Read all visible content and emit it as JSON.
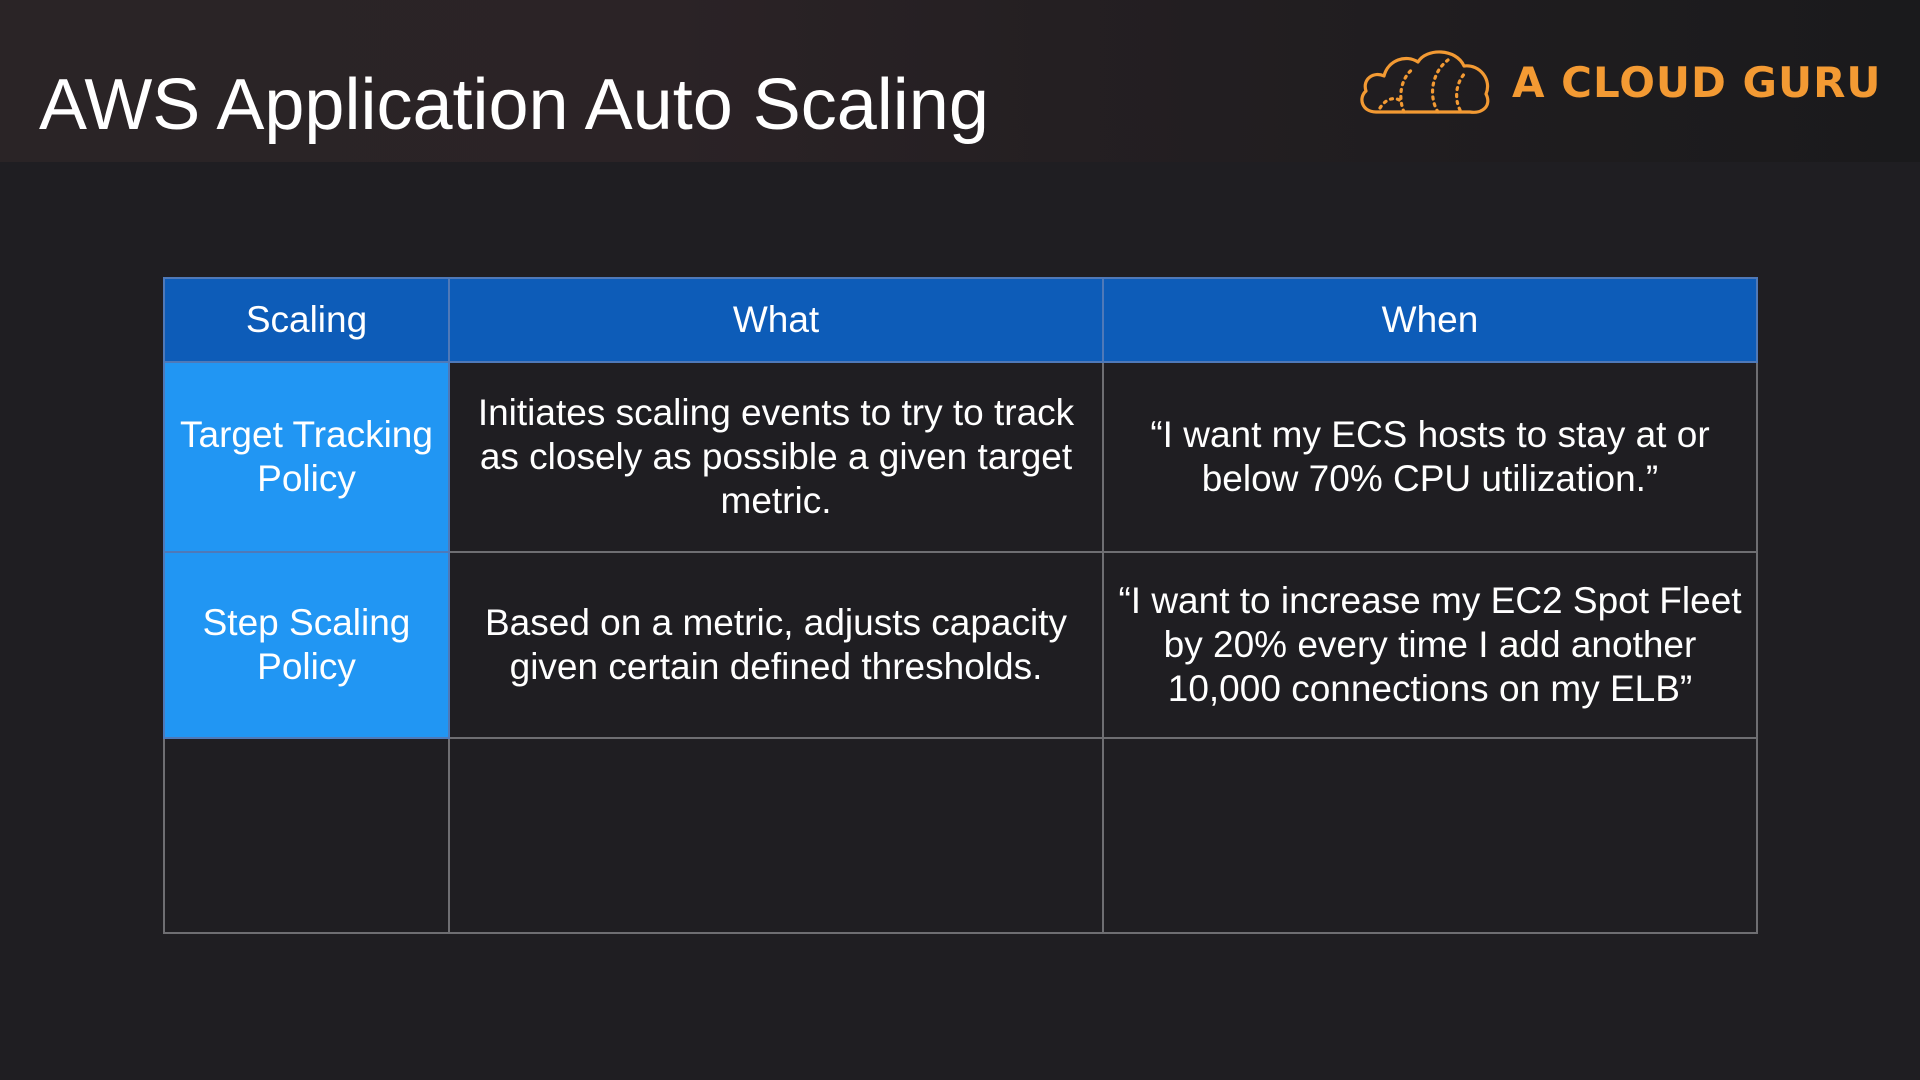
{
  "slide": {
    "title": "AWS Application Auto Scaling"
  },
  "brand": {
    "name": "A CLOUD GURU",
    "icon": "cloud-logo-icon",
    "color": "#f39a33"
  },
  "colors": {
    "header_blue": "#0d5cb8",
    "label_blue": "#2196f3",
    "background": "#1f1e22"
  },
  "table": {
    "headers": [
      "Scaling",
      "What",
      "When"
    ],
    "rows": [
      {
        "scaling": "Target Tracking Policy",
        "what": "Initiates scaling events to try to track as closely as possible a given target metric.",
        "when": "“I want my ECS hosts to stay at or below 70% CPU utilization.”"
      },
      {
        "scaling": "Step Scaling Policy",
        "what": "Based on a metric, adjusts capacity given certain defined thresholds.",
        "when": "“I want to increase my EC2 Spot Fleet by 20% every time I add another 10,000 connections on my ELB”"
      },
      {
        "scaling": "",
        "what": "",
        "when": ""
      }
    ]
  }
}
